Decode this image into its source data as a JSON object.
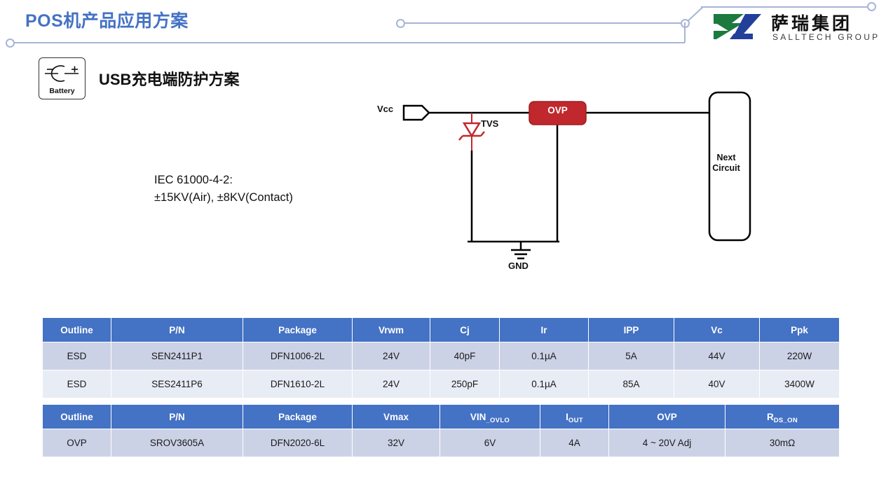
{
  "header": {
    "title": "POS机产品应用方案",
    "logo": {
      "cn_name": "萨瑞集团",
      "en_name": "SALLTECH GROUP",
      "green": "#1c7a3e",
      "blue": "#22409a"
    },
    "accent_color": "#4472c4",
    "deco_color": "#a8b4d8"
  },
  "section": {
    "badge_label": "Battery",
    "subtitle_latin": "USB",
    "subtitle_cn": "充电端防护方案",
    "spec_note_line1": "IEC 61000-4-2:",
    "spec_note_line2": "±15KV(Air), ±8KV(Contact)"
  },
  "circuit": {
    "vcc_label": "Vcc",
    "tvs_label": "TVS",
    "gnd_label": "GND",
    "ovp_label": "OVP",
    "next_circuit_line1": "Next",
    "next_circuit_line2": "Circuit",
    "ovp_fill": "#c0282d",
    "tvs_color": "#c0282d",
    "wire_color": "#000000"
  },
  "tables": [
    {
      "id": "esd",
      "headers": [
        "Outline",
        "P/N",
        "Package",
        "Vrwm",
        "Cj",
        "Ir",
        "IPP",
        "Vc",
        "Ppk"
      ],
      "rows": [
        [
          "ESD",
          "SEN2411P1",
          "DFN1006-2L",
          "24V",
          "40pF",
          "0.1µA",
          "5A",
          "44V",
          "220W"
        ],
        [
          "ESD",
          "SES2411P6",
          "DFN1610-2L",
          "24V",
          "250pF",
          "0.1µA",
          "85A",
          "40V",
          "3400W"
        ]
      ]
    },
    {
      "id": "ovp",
      "headers_main": [
        "Outline",
        "P/N",
        "Package",
        "Vmax",
        "VIN",
        "I",
        "OVP",
        "R"
      ],
      "headers_sub": [
        "",
        "",
        "",
        "",
        "_OVLO",
        "OUT",
        "",
        "DS_ON"
      ],
      "rows": [
        [
          "OVP",
          "SROV3605A",
          "DFN2020-6L",
          "32V",
          "6V",
          "4A",
          "4 ~ 20V Adj",
          "30mΩ"
        ]
      ]
    }
  ]
}
